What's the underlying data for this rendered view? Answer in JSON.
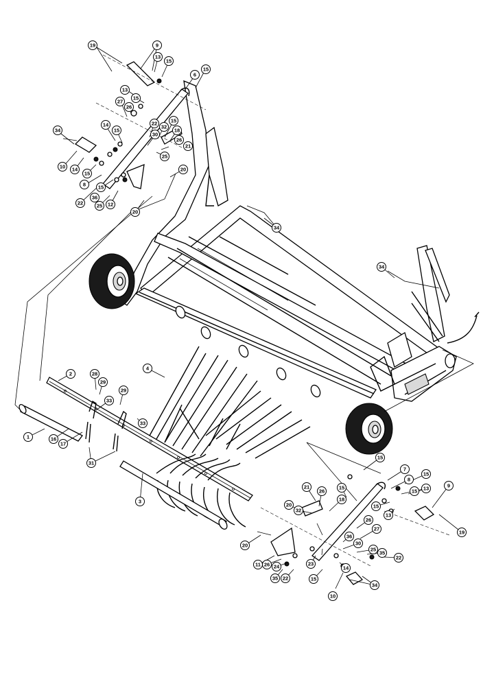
{
  "callouts": {
    "c01": "19",
    "c02": "9",
    "c03": "13",
    "c04": "15",
    "c05": "6",
    "c06": "15",
    "c07": "13",
    "c08": "15",
    "c09": "27",
    "c10": "26",
    "c11": "14",
    "c12": "15",
    "c13": "22",
    "c14": "32",
    "c15": "15",
    "c16": "18",
    "c17": "30",
    "c18": "26",
    "c19": "21",
    "c20": "25",
    "c21": "34",
    "c22": "10",
    "c23": "14",
    "c24": "15",
    "c25": "8",
    "c26": "15",
    "c27": "36",
    "c28": "22",
    "c29": "25",
    "c30": "12",
    "c31": "20",
    "c32": "20",
    "c33": "34",
    "c34": "34",
    "c35": "2",
    "c36": "28",
    "c37": "29",
    "c38": "4",
    "c39": "29",
    "c40": "33",
    "c41": "33",
    "c42": "1",
    "c43": "16",
    "c44": "17",
    "c45": "31",
    "c46": "3",
    "c47": "15",
    "c48": "7",
    "c49": "8",
    "c50": "15",
    "c51": "15",
    "c52": "13",
    "c53": "9",
    "c54": "15",
    "c55": "21",
    "c56": "26",
    "c57": "18",
    "c58": "20",
    "c59": "32",
    "c60": "13",
    "c61": "15",
    "c62": "36",
    "c63": "26",
    "c64": "27",
    "c65": "19",
    "c66": "20",
    "c67": "30",
    "c68": "25",
    "c69": "35",
    "c70": "11",
    "c71": "26",
    "c72": "24",
    "c73": "23",
    "c74": "22",
    "c75": "35",
    "c76": "22",
    "c77": "15",
    "c78": "14",
    "c79": "34",
    "c80": "10"
  }
}
